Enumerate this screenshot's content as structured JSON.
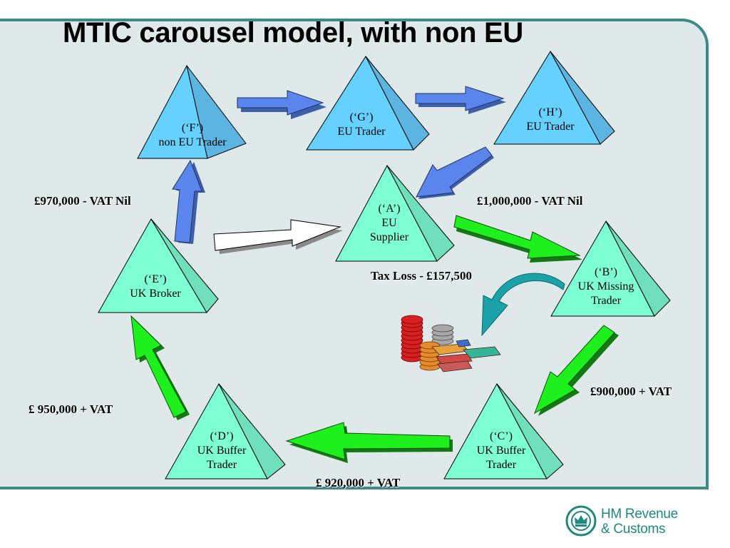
{
  "title": "MTIC carousel model, with non EU",
  "colors": {
    "panel_background": "#dfe9ea",
    "panel_border": "#3f8a87",
    "blue_pyramid": "#66d0ff",
    "mint_pyramid": "#7fffd4",
    "blue_arrow": "#5a85ec",
    "green_arrow": "#1ef01e",
    "white_arrow": "#ffffff",
    "teal_curve_arrow": "#1aa2a8",
    "logo": "#1e8a7e"
  },
  "nodes": {
    "F": {
      "id": "(‘F’)",
      "line1": "non EU Trader",
      "line2": ""
    },
    "G": {
      "id": "(‘G’)",
      "line1": "EU Trader",
      "line2": ""
    },
    "H": {
      "id": "(‘H’)",
      "line1": "EU Trader",
      "line2": ""
    },
    "A": {
      "id": "(‘A’)",
      "line1": "EU",
      "line2": "Supplier"
    },
    "B": {
      "id": "(‘B’)",
      "line1": "UK Missing",
      "line2": "Trader"
    },
    "C": {
      "id": "(‘C’)",
      "line1": "UK Buffer",
      "line2": "Trader"
    },
    "D": {
      "id": "(‘D’)",
      "line1": "UK Buffer",
      "line2": "Trader"
    },
    "E": {
      "id": "(‘E’)",
      "line1": "UK Broker",
      "line2": ""
    }
  },
  "amounts": {
    "a_to_b": "£1,000,000 - VAT Nil",
    "e_to_f": "£970,000 - VAT Nil",
    "tax_loss": "Tax Loss - £157,500",
    "b_to_c": "£900,000 + VAT",
    "c_to_d": "£ 920,000 + VAT",
    "d_to_e": "£ 950,000 + VAT"
  },
  "logo": {
    "line1": "HM Revenue",
    "line2": "& Customs",
    "icon": "crown-crest-icon"
  },
  "icons": {
    "coins": "coin-stacks-icon"
  }
}
